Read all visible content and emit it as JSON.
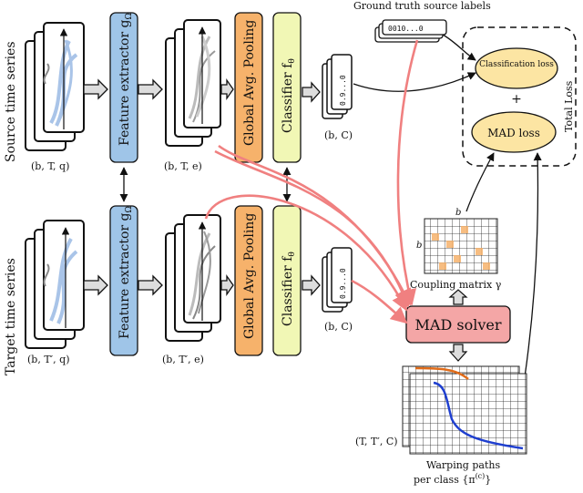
{
  "rows": {
    "source_label": "Source time series",
    "target_label": "Target time series"
  },
  "labels": {
    "source_input_shape": "(b, T, q)",
    "target_input_shape": "(b, T′, q)",
    "source_feature_shape": "(b, T, e)",
    "target_feature_shape": "(b, T′, e)",
    "source_output_shape": "(b, C)",
    "target_output_shape": "(b, C)",
    "warping_shape": "(T, T′, C)"
  },
  "blocks": {
    "feature_extractor": "Feature extractor g",
    "feature_extractor_sub": "Ω",
    "pooling": "Global Avg. Pooling",
    "classifier": "Classifier f",
    "classifier_sub": "θ",
    "mad_solver": "MAD solver"
  },
  "loss": {
    "ground_truth_title": "Ground truth source labels",
    "ground_truth_vector": "0010...0",
    "classification_loss": "Classification loss",
    "mad_loss": "MAD loss",
    "plus": "+",
    "total_loss": "Total Loss"
  },
  "coupling": {
    "title": "Coupling matrix γ",
    "axis_b_top": "b",
    "axis_b_left": "b"
  },
  "warping": {
    "title_line1": "Warping paths",
    "title_line2": "per class  {π",
    "title_sup": "(c)",
    "title_close": "}"
  },
  "output_vectors": {
    "source": "0.9...0",
    "target": "0.9...0"
  },
  "colors": {
    "feature_extractor_fill": "#9fc5e8",
    "pooling_fill": "#f6b26b",
    "classifier_fill": "#f1f7b5",
    "loss_fill": "#fce5a3",
    "mad_solver_fill": "#f4a6a6",
    "red_arrow": "#f08080",
    "orange_path": "#e06c1a",
    "blue_path": "#1f3fcf"
  }
}
